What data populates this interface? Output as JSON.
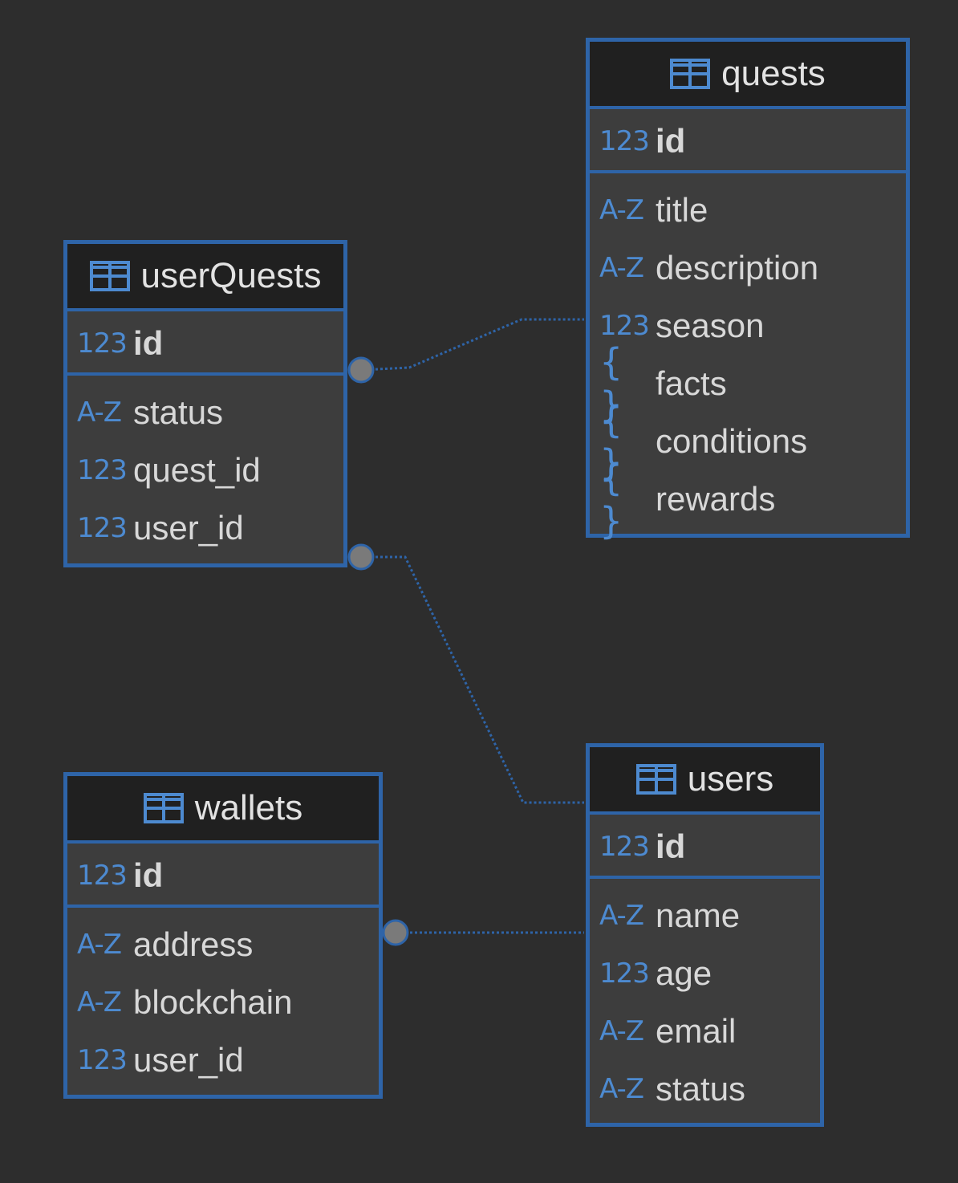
{
  "colors": {
    "background": "#2d2d2d",
    "border": "#2e64a8",
    "header_bg": "#202020",
    "body_bg": "#3d3d3d",
    "type_icon": "#4d8ad0",
    "text": "#d8d8d8",
    "connector": "#2e64a8",
    "anchor_dot": "#7a7a7a"
  },
  "entities": {
    "quests": {
      "name": "quests",
      "icon": "table-icon",
      "pk": {
        "type": "123",
        "name": "id"
      },
      "columns": [
        {
          "type": "A-Z",
          "name": "title"
        },
        {
          "type": "A-Z",
          "name": "description"
        },
        {
          "type": "123",
          "name": "season"
        },
        {
          "type": "{ }",
          "name": "facts"
        },
        {
          "type": "{ }",
          "name": "conditions"
        },
        {
          "type": "{ }",
          "name": "rewards"
        }
      ]
    },
    "userQuests": {
      "name": "userQuests",
      "icon": "table-icon",
      "pk": {
        "type": "123",
        "name": "id"
      },
      "columns": [
        {
          "type": "A-Z",
          "name": "status"
        },
        {
          "type": "123",
          "name": "quest_id"
        },
        {
          "type": "123",
          "name": "user_id"
        }
      ]
    },
    "wallets": {
      "name": "wallets",
      "icon": "table-icon",
      "pk": {
        "type": "123",
        "name": "id"
      },
      "columns": [
        {
          "type": "A-Z",
          "name": "address"
        },
        {
          "type": "A-Z",
          "name": "blockchain"
        },
        {
          "type": "123",
          "name": "user_id"
        }
      ]
    },
    "users": {
      "name": "users",
      "icon": "table-icon",
      "pk": {
        "type": "123",
        "name": "id"
      },
      "columns": [
        {
          "type": "A-Z",
          "name": "name"
        },
        {
          "type": "123",
          "name": "age"
        },
        {
          "type": "A-Z",
          "name": "email"
        },
        {
          "type": "A-Z",
          "name": "status"
        }
      ]
    }
  },
  "relationships": [
    {
      "from": "userQuests",
      "to": "quests"
    },
    {
      "from": "userQuests",
      "to": "users"
    },
    {
      "from": "wallets",
      "to": "users"
    }
  ]
}
